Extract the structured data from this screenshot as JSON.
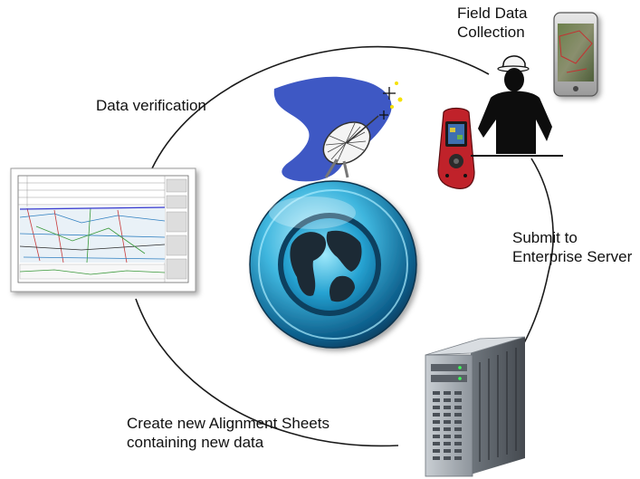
{
  "labels": {
    "field_data_collection": [
      "Field Data",
      "Collection"
    ],
    "data_verification": "Data verification",
    "submit_to_server": [
      "Submit to",
      "Enterprise Server"
    ],
    "create_alignment_sheets": [
      "Create new Alignment Sheets",
      "containing new data"
    ]
  },
  "icons": {
    "center": "globe-icon",
    "satellite": "satellite-dish-icon",
    "worker": "field-worker-icon",
    "handheld": "gps-handheld-icon",
    "phone": "smartphone-icon",
    "server": "server-tower-icon",
    "document": "alignment-sheet-icon"
  },
  "colors": {
    "cycle_line": "#1a1a1a",
    "globe_blue": "#1e7fb0",
    "globe_light": "#6fd3f0",
    "land": "#1c2a36",
    "satellite_bg": "#3e58c4",
    "handheld_red": "#c0222a",
    "server_gray": "#9aa3ad"
  }
}
